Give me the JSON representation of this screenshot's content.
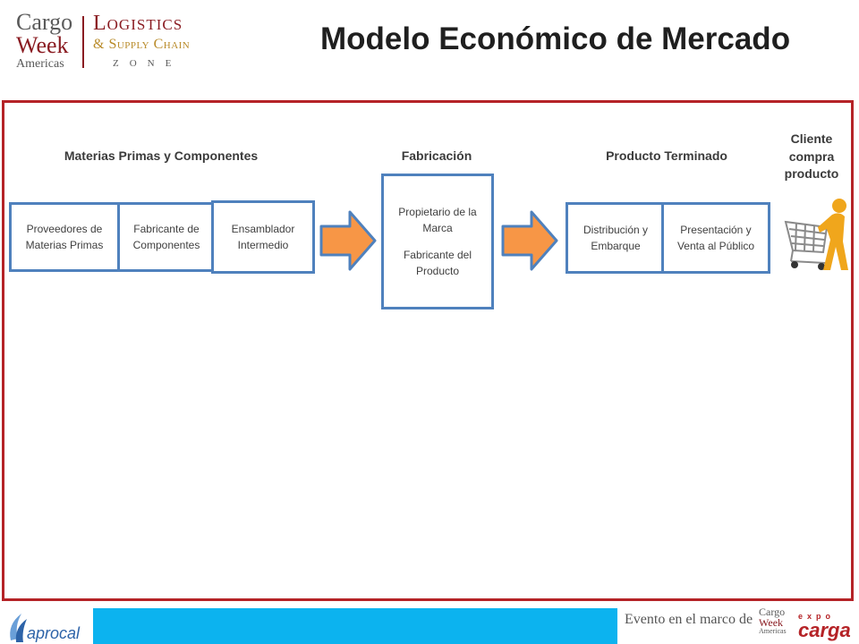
{
  "header": {
    "logo_cargoweek": [
      "Cargo",
      "Week",
      "Americas"
    ],
    "logo_logistics": [
      "Logistics",
      "& Supply Chain",
      "ZONE"
    ],
    "title": "Modelo Económico de Mercado"
  },
  "diagram": {
    "stages": [
      {
        "heading": "Materias Primas y Componentes"
      },
      {
        "heading": "Fabricación"
      },
      {
        "heading": "Producto Terminado"
      }
    ],
    "boxes": {
      "proveedores": "Proveedores de Materias Primas",
      "fabricante_componentes": "Fabricante de Componentes",
      "ensamblador": "Ensamblador Intermedio",
      "propietario": "Propietario de la Marca",
      "fabricante_producto": "Fabricante del Producto",
      "distribucion": "Distribución y Embarque",
      "presentacion": "Presentación y Venta al Público"
    },
    "cliente": "Cliente compra producto",
    "colors": {
      "box_border": "#4f81bd",
      "arrow_fill": "#f79646",
      "frame": "#b52327"
    }
  },
  "footer": {
    "aprocal": "aprocal",
    "evento": "Evento en el marco de",
    "cargoweek": [
      "Cargo",
      "Week",
      "Americas"
    ],
    "expo": "expo",
    "carga": "carga"
  }
}
